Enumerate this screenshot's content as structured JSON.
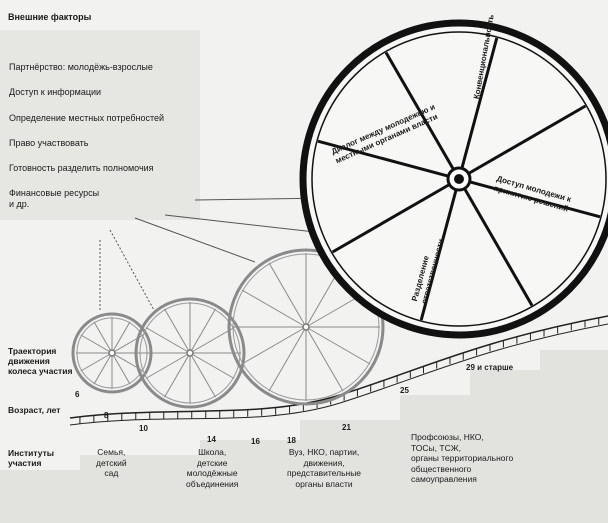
{
  "title": "Внешние факторы",
  "factors": [
    "Партнёрство: молодёжь-взрослые",
    "Доступ к информации",
    "Определение местных потребностей",
    "Право участвовать",
    "Готовность разделить полномочия",
    "Финансовые ресурсы",
    "и др."
  ],
  "row_labels": {
    "trajectory": [
      "Траектория",
      "движения",
      "колеса участия"
    ],
    "age": "Возраст, лет",
    "institutions": [
      "Институты",
      "участия"
    ]
  },
  "ages": [
    "6",
    "8",
    "10",
    "14",
    "16",
    "18",
    "21",
    "25",
    "29 и старше"
  ],
  "institutions": [
    [
      "Семья,",
      "детский",
      "сад"
    ],
    [
      "Школа,",
      "детские",
      "молодёжные",
      "объединения"
    ],
    [
      "Вуз, НКО, партии,",
      "движения,",
      "представительные",
      "органы власти"
    ],
    [
      "Профсоюзы, НКО,",
      "ТОСы, ТСЖ,",
      "органы территориального",
      "общественного",
      "самоуправления"
    ]
  ],
  "big_wheel_segments": [
    "Конвенциональность",
    "Доступ молодежи к принятию решений",
    "Разделение ответственности",
    "Диалог между молодежью и местными органами власти"
  ],
  "colors": {
    "ink": "#1a1a1a",
    "wheel_grey": "#8a8a8a",
    "panel": "#e6e6e3",
    "bg": "#f2f2f0"
  }
}
